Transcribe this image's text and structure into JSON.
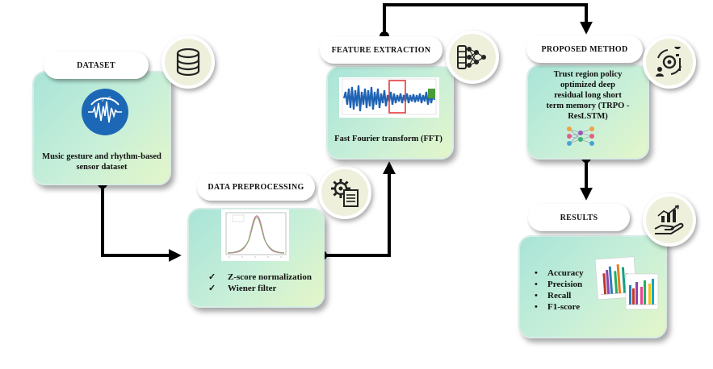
{
  "dataset": {
    "title": "DATASET",
    "caption": "Music gesture and rhythm-based sensor dataset",
    "icon": "database-icon"
  },
  "preprocessing": {
    "title": "DATA  PREPROCESSING",
    "items": [
      "Z-score normalization",
      "Wiener filter"
    ],
    "check": "✓",
    "icon": "gear-document-icon"
  },
  "feature_extraction": {
    "title": "FEATURE  EXTRACTION",
    "caption": "Fast Fourier transform (FFT)",
    "icon": "neural-network-icon"
  },
  "proposed_method": {
    "title": "PROPOSED METHOD",
    "caption": "Trust region policy optimized deep residual long short term memory (TRPO - ResLSTM)",
    "icon": "idea-gear-icon"
  },
  "results": {
    "title": "RESULTS",
    "items": [
      "Accuracy",
      "Precision",
      "Recall",
      "F1-score"
    ],
    "bullet": "•",
    "icon": "growth-chart-hand-icon"
  },
  "colors": {
    "card_start": "#a9e4d8",
    "card_end": "#e4f6c9",
    "icon_bg": "#eef0dc",
    "arrow": "#000000",
    "waveform": "#1f63b4",
    "highlight": "#e43b3b"
  }
}
